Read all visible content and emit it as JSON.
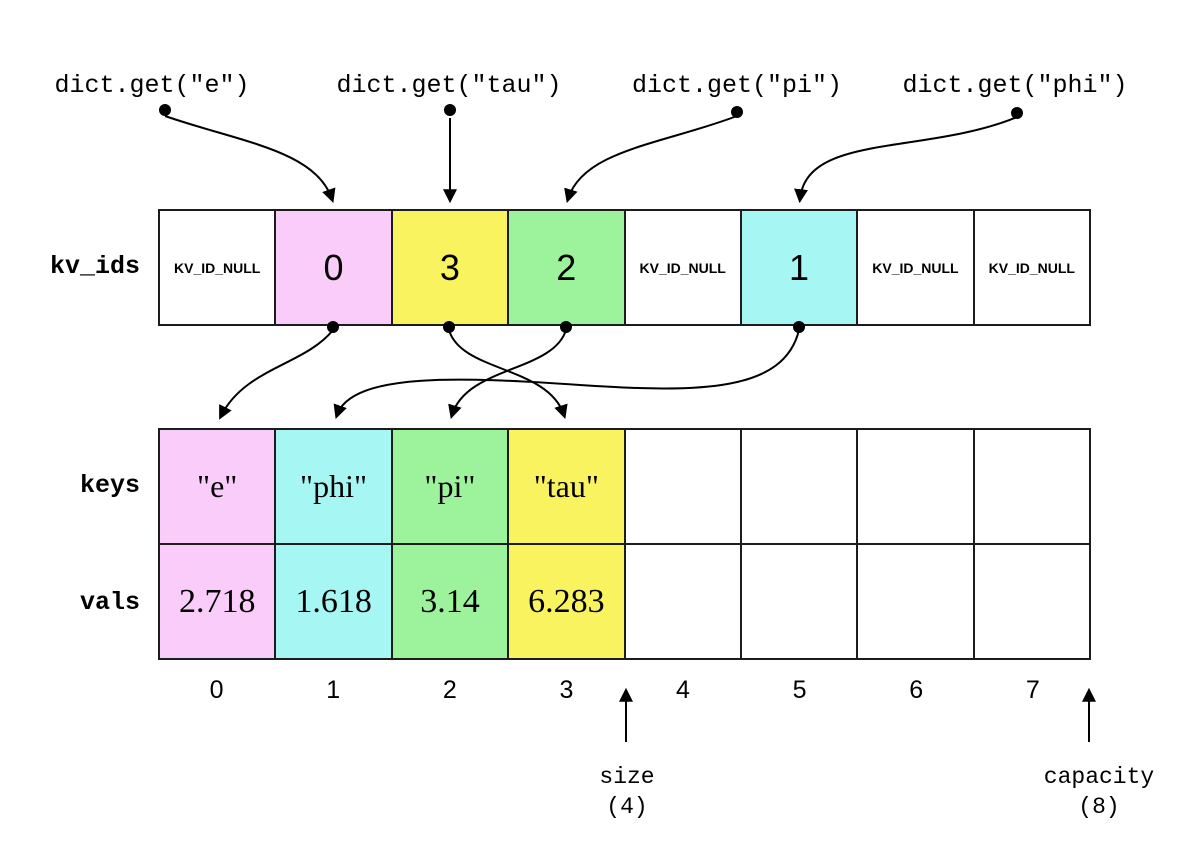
{
  "diagram": {
    "calls": [
      {
        "label": "dict.get(\"e\")"
      },
      {
        "label": "dict.get(\"tau\")"
      },
      {
        "label": "dict.get(\"pi\")"
      },
      {
        "label": "dict.get(\"phi\")"
      }
    ],
    "rows": {
      "kv_ids": {
        "label": "kv_ids",
        "cells": [
          {
            "value": "KV_ID_NULL",
            "color": "white",
            "is_null": true
          },
          {
            "value": "0",
            "color": "pink"
          },
          {
            "value": "3",
            "color": "yellow"
          },
          {
            "value": "2",
            "color": "green"
          },
          {
            "value": "KV_ID_NULL",
            "color": "white",
            "is_null": true
          },
          {
            "value": "1",
            "color": "cyan"
          },
          {
            "value": "KV_ID_NULL",
            "color": "white",
            "is_null": true
          },
          {
            "value": "KV_ID_NULL",
            "color": "white",
            "is_null": true
          }
        ]
      },
      "keys": {
        "label": "keys",
        "cells": [
          {
            "value": "\"e\"",
            "color": "pink"
          },
          {
            "value": "\"phi\"",
            "color": "cyan"
          },
          {
            "value": "\"pi\"",
            "color": "green"
          },
          {
            "value": "\"tau\"",
            "color": "yellow"
          },
          {
            "value": "",
            "color": "white"
          },
          {
            "value": "",
            "color": "white"
          },
          {
            "value": "",
            "color": "white"
          },
          {
            "value": "",
            "color": "white"
          }
        ]
      },
      "vals": {
        "label": "vals",
        "cells": [
          {
            "value": "2.718",
            "color": "pink"
          },
          {
            "value": "1.618",
            "color": "cyan"
          },
          {
            "value": "3.14",
            "color": "green"
          },
          {
            "value": "6.283",
            "color": "yellow"
          },
          {
            "value": "",
            "color": "white"
          },
          {
            "value": "",
            "color": "white"
          },
          {
            "value": "",
            "color": "white"
          },
          {
            "value": "",
            "color": "white"
          }
        ]
      }
    },
    "indices": [
      "0",
      "1",
      "2",
      "3",
      "4",
      "5",
      "6",
      "7"
    ],
    "annotations": {
      "size": {
        "label": "size",
        "value": "(4)"
      },
      "capacity": {
        "label": "capacity",
        "value": "(8)"
      }
    },
    "colors": {
      "pink": "#f9ccf9",
      "yellow": "#faf360",
      "green": "#9cf39b",
      "cyan": "#a6f6f3",
      "white": "#ffffff"
    }
  }
}
